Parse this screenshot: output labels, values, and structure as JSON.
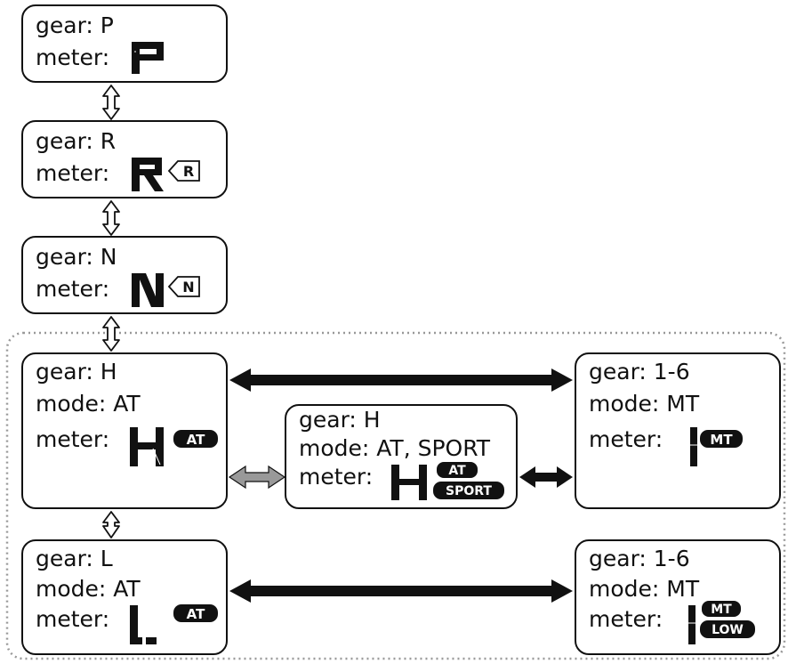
{
  "states": [
    {
      "id": "p",
      "gear": "gear: P",
      "meter_label": "meter:",
      "glyph": "P",
      "tag": "",
      "tag2": ""
    },
    {
      "id": "r",
      "gear": "gear: R",
      "meter_label": "meter:",
      "glyph": "R",
      "tag": "R",
      "tag2": ""
    },
    {
      "id": "n",
      "gear": "gear: N",
      "meter_label": "meter:",
      "glyph": "N",
      "tag": "N",
      "tag2": ""
    },
    {
      "id": "h",
      "gear": "gear: H",
      "mode": "mode: AT",
      "meter_label": "meter:",
      "glyph": "H",
      "tag": "AT",
      "tag2": ""
    },
    {
      "id": "hs",
      "gear": "gear: H",
      "mode": "mode: AT, SPORT",
      "meter_label": "meter:",
      "glyph": "H",
      "tag": "AT",
      "tag2": "SPORT"
    },
    {
      "id": "mt",
      "gear": "gear: 1-6",
      "mode": "mode: MT",
      "meter_label": "meter:",
      "glyph": "I",
      "tag": "MT",
      "tag2": ""
    },
    {
      "id": "l",
      "gear": "gear: L",
      "mode": "mode: AT",
      "meter_label": "meter:",
      "glyph": "L",
      "tag": "AT",
      "tag2": ""
    },
    {
      "id": "mtl",
      "gear": "gear: 1-6",
      "mode": "mode: MT",
      "meter_label": "meter:",
      "glyph": "I",
      "tag": "MT",
      "tag2": "LOW"
    }
  ],
  "transitions": [
    {
      "from": "P",
      "to": "R",
      "style": "outline"
    },
    {
      "from": "R",
      "to": "N",
      "style": "outline"
    },
    {
      "from": "N",
      "to": "H",
      "style": "outline"
    },
    {
      "from": "H",
      "to": "L",
      "style": "outline"
    },
    {
      "from": "H",
      "to": "1-6 MT",
      "style": "black"
    },
    {
      "from": "H",
      "to": "H SPORT",
      "style": "gray"
    },
    {
      "from": "H SPORT",
      "to": "1-6 MT",
      "style": "black"
    },
    {
      "from": "L",
      "to": "1-6 MT LOW",
      "style": "black"
    }
  ],
  "colors": {
    "stroke": "#111111",
    "arrow_black": "#111111",
    "arrow_gray": "#999999",
    "dotted_region": "#999999"
  }
}
